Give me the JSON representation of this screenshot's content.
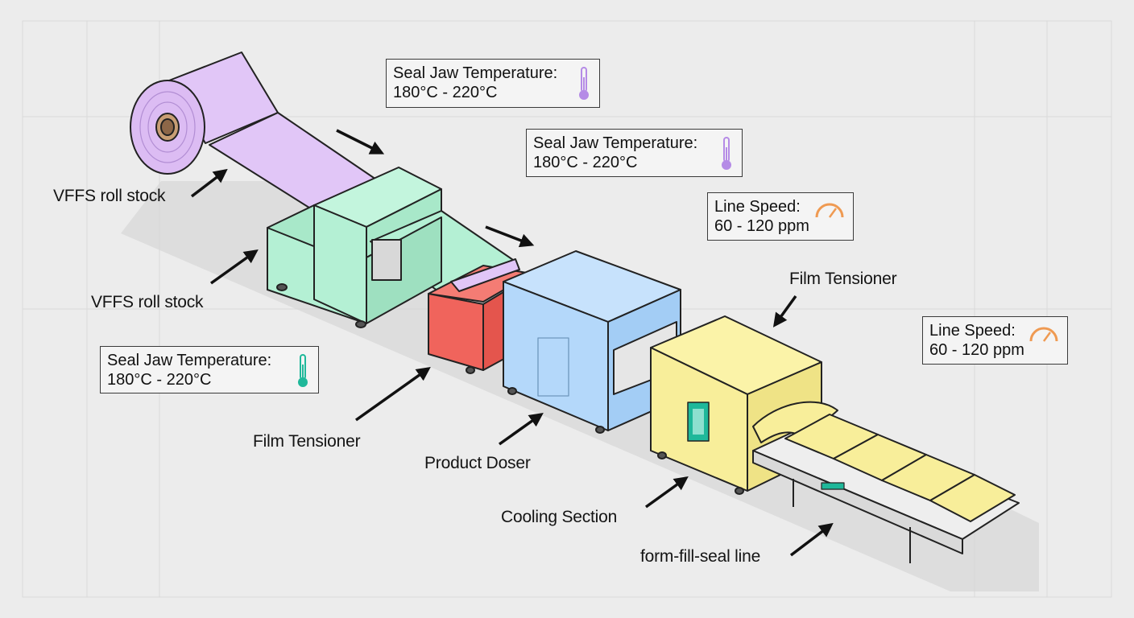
{
  "diagram": {
    "labels": {
      "roll_stock_1": "VFFS roll stock",
      "roll_stock_2": "VFFS roll stock",
      "film_tensioner_1": "Film Tensioner",
      "film_tensioner_2": "Film Tensioner",
      "product_doser": "Product Doser",
      "cooling_section": "Cooling Section",
      "line": "form-fill-seal line"
    },
    "callouts": [
      {
        "title": "Seal Jaw Temperature:",
        "value": "180°C - 220°C",
        "icon": "thermometer-icon",
        "color": "#b58be6"
      },
      {
        "title": "Seal Jaw Temperature:",
        "value": "180°C - 220°C",
        "icon": "thermometer-icon",
        "color": "#b58be6"
      },
      {
        "title": "Seal Jaw Temperature:",
        "value": "180°C - 220°C",
        "icon": "thermometer-icon",
        "color": "#1fb89a"
      },
      {
        "title": "Line Speed:",
        "value": "60 - 120 ppm",
        "icon": "speedometer-icon",
        "color": "#ef9a52"
      },
      {
        "title": "Line Speed:",
        "value": "60 - 120 ppm",
        "icon": "speedometer-icon",
        "color": "#ef9a52"
      }
    ],
    "colors": {
      "roll_film": "#e1c6f7",
      "film_tensioner_unit": "#b4f0d4",
      "product_doser_unit": "#f0645c",
      "forming_unit": "#b4d8fa",
      "cooling_unit": "#f8ee9a",
      "teal_accent": "#1fb89a"
    }
  }
}
